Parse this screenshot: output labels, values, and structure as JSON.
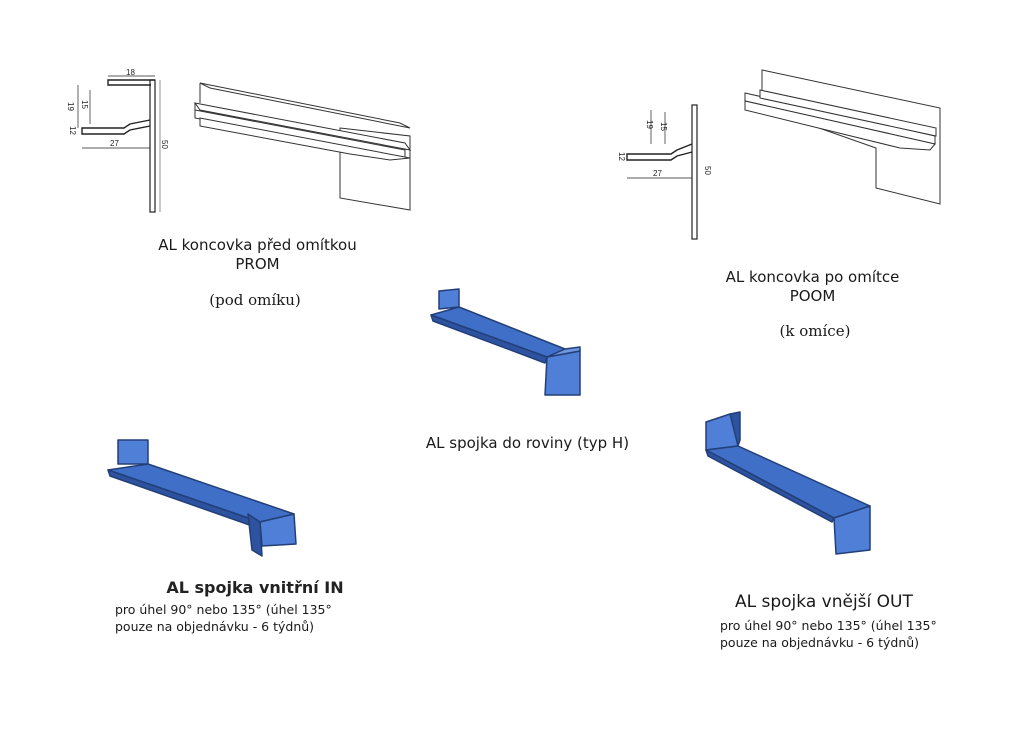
{
  "prom": {
    "title": "AL koncovka před omítkou",
    "code": "PROM",
    "note": "(pod omíku)",
    "dims": {
      "top": "18",
      "a": "19",
      "b": "15",
      "c": "12",
      "width": "27",
      "height": "50"
    }
  },
  "poom": {
    "title": "AL koncovka po omítce",
    "code": "POOM",
    "note": "(k omíce)",
    "dims": {
      "a": "19",
      "b": "15",
      "c": "12",
      "width": "27",
      "height": "50"
    }
  },
  "typh": {
    "title": "AL spojka do roviny (typ H)"
  },
  "inner": {
    "title": "AL spojka vnitřní IN",
    "line1": "pro úhel 90° nebo 135° (úhel 135°",
    "line2": "pouze na objednávku - 6 týdnů)"
  },
  "outer": {
    "title": "AL spojka vnější OUT",
    "line1": "pro úhel 90° nebo 135° (úhel 135°",
    "line2": "pouze na objednávku - 6 týdnů)"
  },
  "colors": {
    "part_blue": "#4f7fd6",
    "part_dark": "#233f78",
    "line": "#222222"
  }
}
